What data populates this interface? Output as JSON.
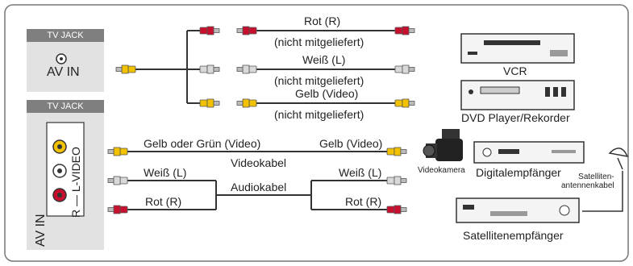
{
  "tv_jack_top": {
    "tag": "TV JACK",
    "port_label": "AV IN"
  },
  "tv_jack_bottom": {
    "tag": "TV JACK",
    "vertical_label": "AV IN",
    "vertical_channels": "R — L-VIDEO"
  },
  "top_cables": {
    "red_label": "Rot (R)",
    "red_note": "(nicht mitgeliefert)",
    "white_label": "Weiß (L)",
    "white_note": "(nicht mitgeliefert)",
    "yellow_label": "Gelb (Video)",
    "yellow_note": "(nicht mitgeliefert)"
  },
  "bottom_cables": {
    "video_left": "Gelb oder Grün (Video)",
    "video_right": "Gelb (Video)",
    "video_cable": "Videokabel",
    "white_left": "Weiß (L)",
    "white_right": "Weiß (L)",
    "audio_cable": "Audiokabel",
    "red_left": "Rot (R)",
    "red_right": "Rot (R)"
  },
  "devices": {
    "vcr": "VCR",
    "dvd": "DVD Player/Rekorder",
    "camcorder": "Videokamera",
    "digital_receiver": "Digitalempfänger",
    "satellite_cable": "Satelliten-\nantennenkabel",
    "satellite_receiver": "Satellitenempfänger"
  },
  "colors": {
    "red_plug": "#c8102e",
    "white_plug": "#d9d9d9",
    "yellow_plug": "#f2c200",
    "panel_bg": "#e2e2e2",
    "tag_bg": "#7f7f7f",
    "wire": "#333333"
  }
}
